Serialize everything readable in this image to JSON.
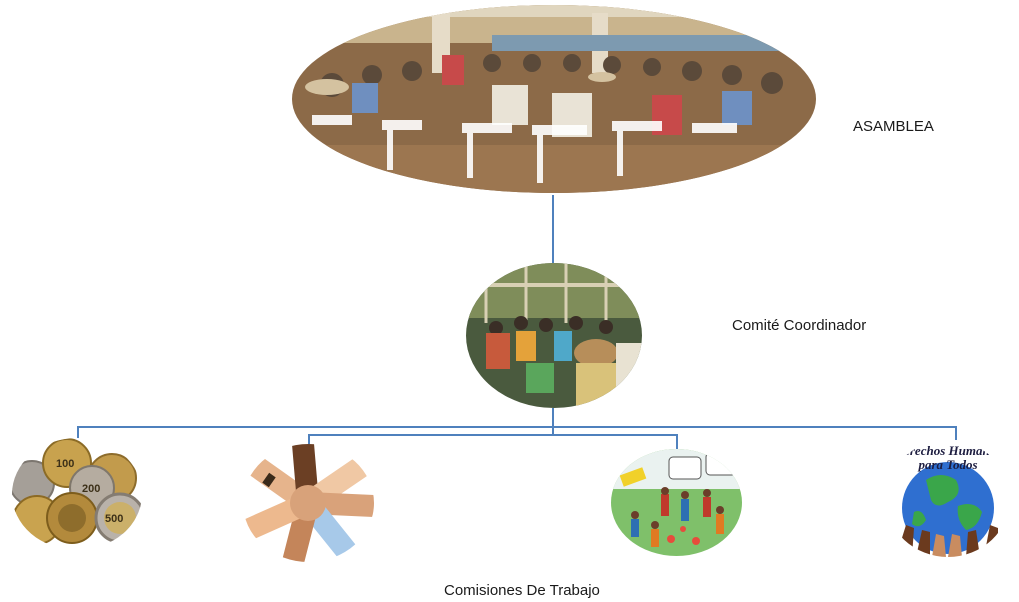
{
  "nodes": {
    "top": {
      "label": "ASAMBLEA"
    },
    "middle": {
      "label": "Comité Coordinador"
    },
    "bottom": {
      "label": "Comisiones De Trabajo"
    }
  },
  "bottom_photos": [
    {
      "subject": "coins"
    },
    {
      "subject": "joined-hands"
    },
    {
      "subject": "cartoon-meeting"
    },
    {
      "subject": "globe-with-hands",
      "caption": "Derechos Humanos para Todos"
    }
  ],
  "colors": {
    "connector": "#4f81bd"
  }
}
